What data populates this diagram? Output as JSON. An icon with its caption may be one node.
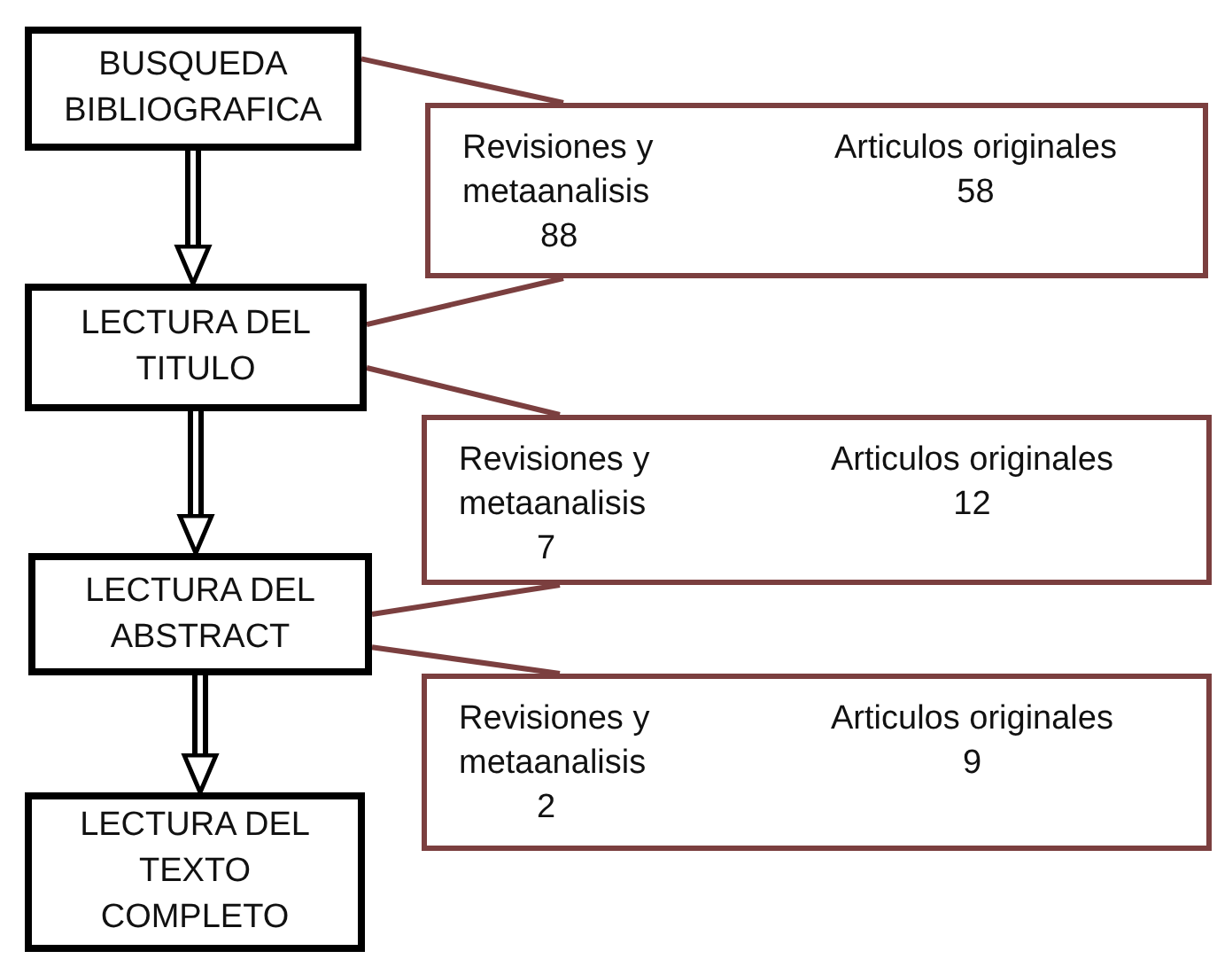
{
  "diagram": {
    "nodes": [
      {
        "text": [
          "BUSQUEDA BIBLIOGRAFICA"
        ]
      },
      {
        "text": [
          "Revisiones y metaanalisis",
          "88",
          "Articulos originales",
          "58"
        ]
      },
      {
        "text": [
          "LECTURA DEL TITULO"
        ]
      },
      {
        "text": [
          "Revisiones y metaanalisis",
          "7",
          "Articulos originales",
          "12"
        ]
      },
      {
        "text": [
          "LECTURA DEL ABSTRACT"
        ]
      },
      {
        "text": [
          "Revisiones y metaanalisis",
          "2",
          "Articulos originales",
          "9"
        ]
      },
      {
        "text": [
          "LECTURA DEL TEXTO COMPLETO"
        ]
      }
    ],
    "edges": [
      {
        "from": 0,
        "to": 2,
        "arrow": "to",
        "style": "thick",
        "color": "#000000"
      },
      {
        "from": 2,
        "to": 4,
        "arrow": "to",
        "style": "thick",
        "color": "#000000"
      },
      {
        "from": 4,
        "to": 6,
        "arrow": "to",
        "style": "thick",
        "color": "#000000"
      },
      {
        "from": 0,
        "to": 1,
        "arrow": "none",
        "color": "#7b3f3f"
      },
      {
        "from": 2,
        "to": 1,
        "arrow": "none",
        "color": "#7b3f3f"
      },
      {
        "from": 2,
        "to": 3,
        "arrow": "none",
        "color": "#7b3f3f"
      },
      {
        "from": 4,
        "to": 3,
        "arrow": "none",
        "color": "#7b3f3f"
      },
      {
        "from": 4,
        "to": 5,
        "arrow": "none",
        "color": "#7b3f3f"
      }
    ]
  }
}
